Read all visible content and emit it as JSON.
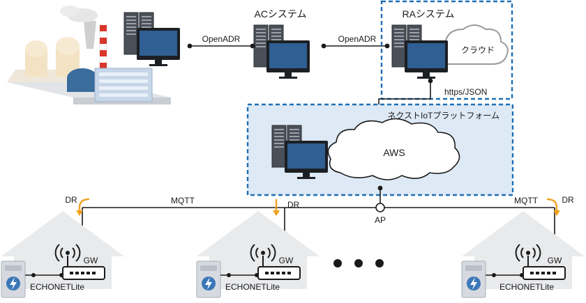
{
  "colors": {
    "frame_blue": "#1f6fb4",
    "platform_fill": "#dde9f5",
    "line": "#1a1a1a",
    "dr_arrow": "#f0a020",
    "house": "#e9eaec",
    "server_dark": "#4a4f58",
    "monitor_screen": "#2f5f93",
    "cloud_stroke": "#9a9a9a",
    "meter_blue": "#3b78b8"
  },
  "nodes": {
    "ac_system": "ACシステム",
    "ra_system": "RAシステム",
    "cloud": "クラウド",
    "platform": "ネクストIoTプラットフォーム",
    "aws": "AWS",
    "ap": "AP"
  },
  "links": {
    "openadr_left": "OpenADR",
    "openadr_right": "OpenADR",
    "https_json": "https/JSON",
    "mqtt_left": "MQTT",
    "mqtt_right": "MQTT"
  },
  "homes": [
    {
      "gw": "GW",
      "device": "ECHONETLite",
      "dr": "DR"
    },
    {
      "gw": "GW",
      "device": "ECHONETLite",
      "dr": "DR"
    },
    {
      "gw": "GW",
      "device": "ECHONETLite",
      "dr": "DR"
    }
  ],
  "icons": {
    "power_plant": "power-plant-icon",
    "server": "server-rack-icon",
    "monitor": "monitor-icon",
    "cloud": "cloud-icon",
    "house": "house-icon",
    "router": "wifi-router-icon",
    "meter": "smart-meter-icon",
    "ellipsis": "ellipsis-icon"
  }
}
